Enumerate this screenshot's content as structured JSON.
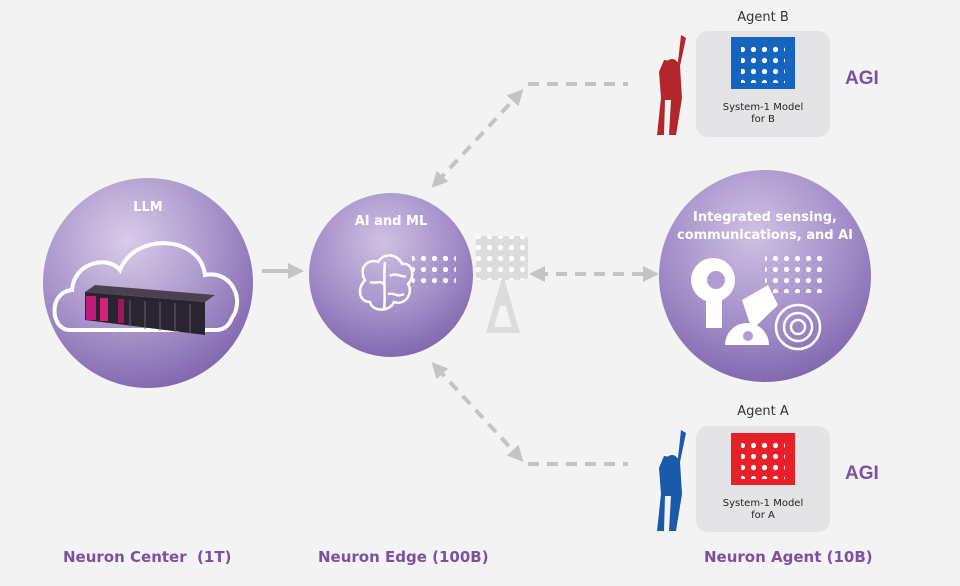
{
  "center": {
    "title": "LLM",
    "label": "Neuron Center  (1T)"
  },
  "edge": {
    "title": "AI and ML",
    "label": "Neuron Edge (100B)"
  },
  "sensing": {
    "title_line1": "Integrated sensing,",
    "title_line2": "communications, and AI"
  },
  "agent_label": "Neuron Agent (10B)",
  "agent_b": {
    "title": "Agent B",
    "model_line1": "System-1 Model",
    "model_line2": "for B",
    "agi": "AGI",
    "color": "#1565c0",
    "figure_color": "#b3262b"
  },
  "agent_a": {
    "title": "Agent A",
    "model_line1": "System-1 Model",
    "model_line2": "for A",
    "agi": "AGI",
    "color": "#e8202a",
    "figure_color": "#1a5aa8"
  },
  "colors": {
    "circle": "#9c86c2",
    "accent": "#7a52a0",
    "arrow": "#c4c4c4",
    "card": "#e4e4e6"
  },
  "icons": [
    "cloud-icon",
    "server-rack-icon",
    "brain-icon",
    "neural-net-icon",
    "cell-tower-icon",
    "sensing-icons",
    "human-figure-icon"
  ]
}
